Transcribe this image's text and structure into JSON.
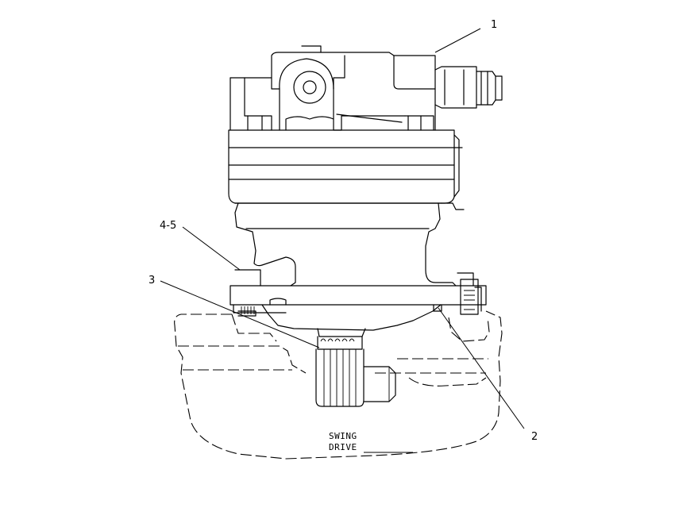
{
  "callouts": {
    "c1": "1",
    "c2": "2",
    "c3": "3",
    "c45": "4-5"
  },
  "label": {
    "line1": "SWING",
    "line2": "DRIVE"
  },
  "colors": {
    "line": "#000000",
    "background": "#ffffff"
  }
}
